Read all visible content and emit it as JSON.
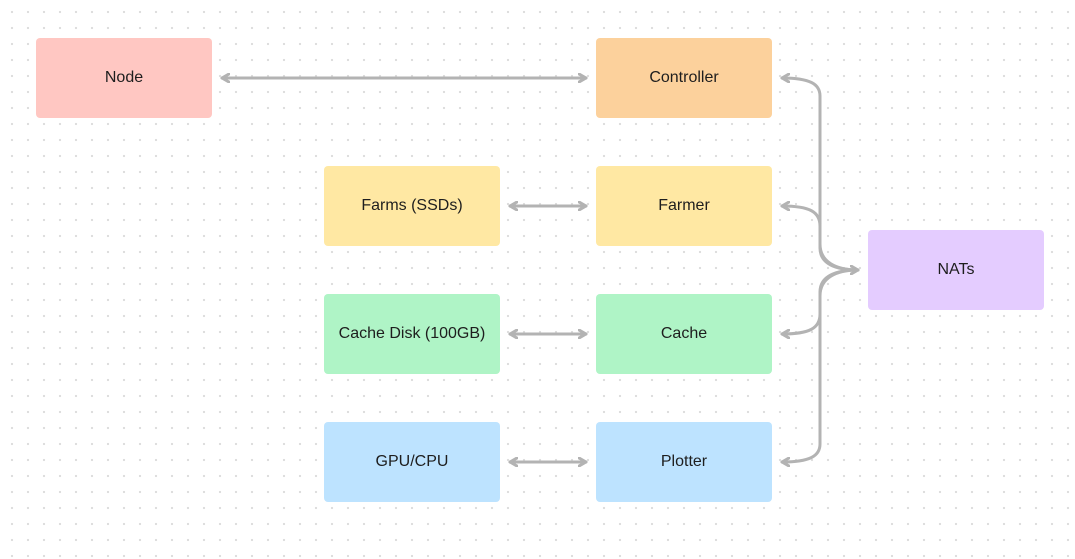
{
  "nodes": {
    "node": {
      "label": "Node",
      "color": "#ffc7c2"
    },
    "controller": {
      "label": "Controller",
      "color": "#fcd19c"
    },
    "farms": {
      "label": "Farms (SSDs)",
      "color": "#ffe8a3"
    },
    "farmer": {
      "label": "Farmer",
      "color": "#ffe8a3"
    },
    "cache_disk": {
      "label": "Cache Disk (100GB)",
      "color": "#aff4c6"
    },
    "cache": {
      "label": "Cache",
      "color": "#aff4c6"
    },
    "gpu_cpu": {
      "label": "GPU/CPU",
      "color": "#bde3ff"
    },
    "plotter": {
      "label": "Plotter",
      "color": "#bde3ff"
    },
    "nats": {
      "label": "NATs",
      "color": "#e4ccff"
    }
  },
  "connector_color": "#b3b3b3"
}
